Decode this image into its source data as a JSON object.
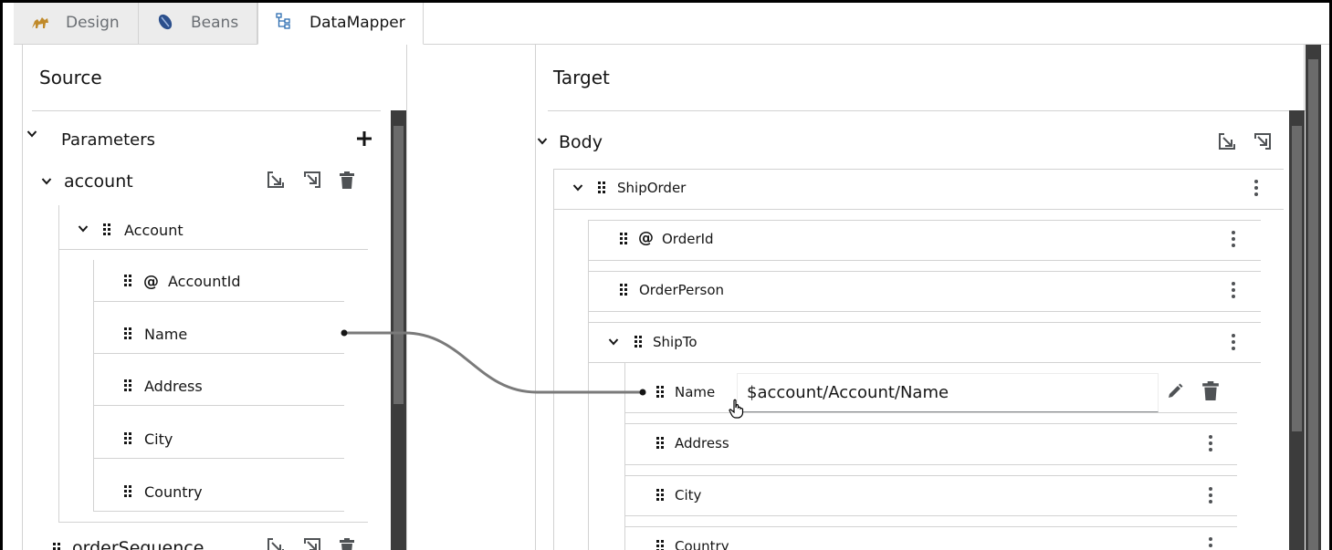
{
  "tabs": [
    {
      "label": "Design",
      "icon": "camel-icon",
      "active": false
    },
    {
      "label": "Beans",
      "icon": "bean-icon",
      "active": false
    },
    {
      "label": "DataMapper",
      "icon": "datamapper-icon",
      "active": true
    }
  ],
  "source": {
    "title": "Source",
    "parameters_label": "Parameters",
    "account_label": "account",
    "account_type": "Account",
    "fields": [
      {
        "label": "AccountId",
        "attribute": true
      },
      {
        "label": "Name",
        "attribute": false
      },
      {
        "label": "Address",
        "attribute": false
      },
      {
        "label": "City",
        "attribute": false
      },
      {
        "label": "Country",
        "attribute": false
      }
    ],
    "next_param": "orderSequence"
  },
  "target": {
    "title": "Target",
    "body_label": "Body",
    "root": "ShipOrder",
    "order_id": "OrderId",
    "order_person": "OrderPerson",
    "ship_to": "ShipTo",
    "ship_fields": [
      "Name",
      "Address",
      "City",
      "Country"
    ],
    "mapping_expression": "$account/Account/Name"
  },
  "colors": {
    "connector": "#7a7a7a",
    "border": "#d2d2d2",
    "scrollbar": "#3c3c3c"
  }
}
